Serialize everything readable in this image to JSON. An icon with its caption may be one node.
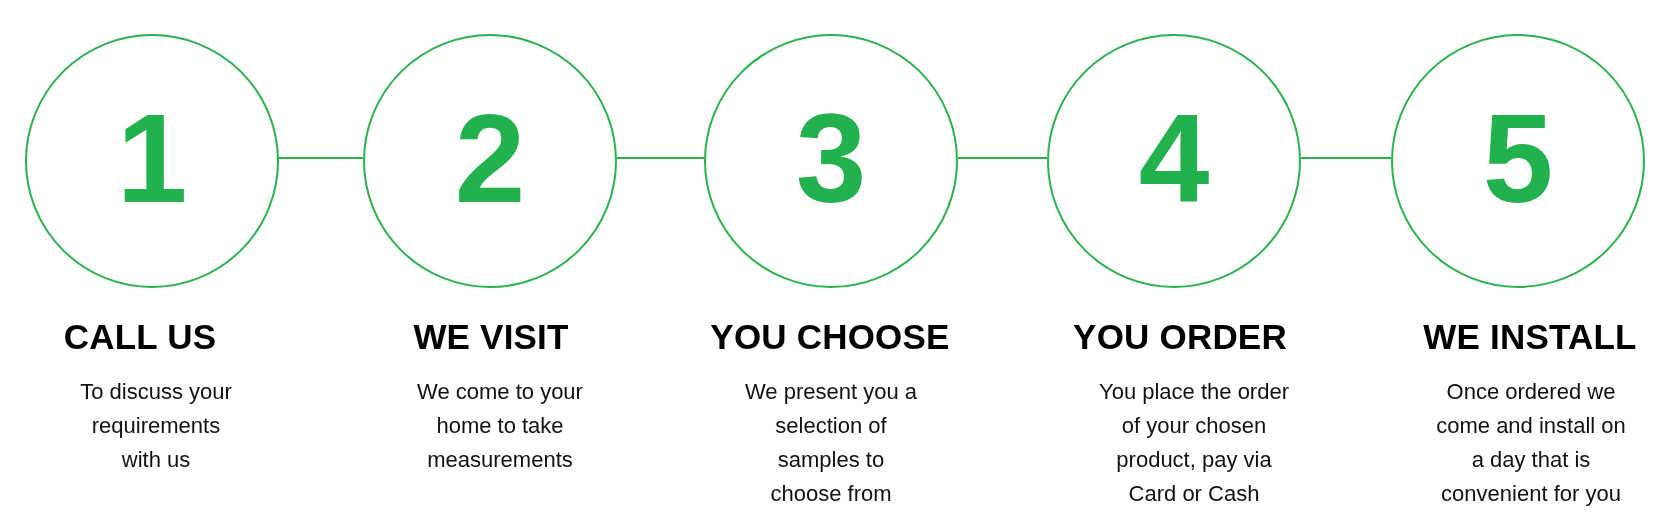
{
  "diagram": {
    "nodes": [
      {
        "text": [
          "1"
        ],
        "beside": [
          "CALL US",
          "To discuss your requirements with us"
        ]
      },
      {
        "text": [
          "2"
        ],
        "beside": [
          "WE VISIT",
          "We come to your home to take measurements"
        ]
      },
      {
        "text": [
          "3"
        ],
        "beside": [
          "YOU CHOOSE",
          "We present you a selection of samples to choose from"
        ]
      },
      {
        "text": [
          "4"
        ],
        "beside": [
          "YOU ORDER",
          "You place the order of your chosen product, pay via Card or Cash"
        ]
      },
      {
        "text": [
          "5"
        ],
        "beside": [
          "WE INSTALL",
          "Once ordered we come and install on a day that is convenient for you"
        ]
      }
    ],
    "edges": [
      {
        "from": 0,
        "to": 1,
        "arrow": "none"
      },
      {
        "from": 1,
        "to": 2,
        "arrow": "none"
      },
      {
        "from": 2,
        "to": 3,
        "arrow": "none"
      },
      {
        "from": 3,
        "to": 4,
        "arrow": "none"
      }
    ]
  }
}
